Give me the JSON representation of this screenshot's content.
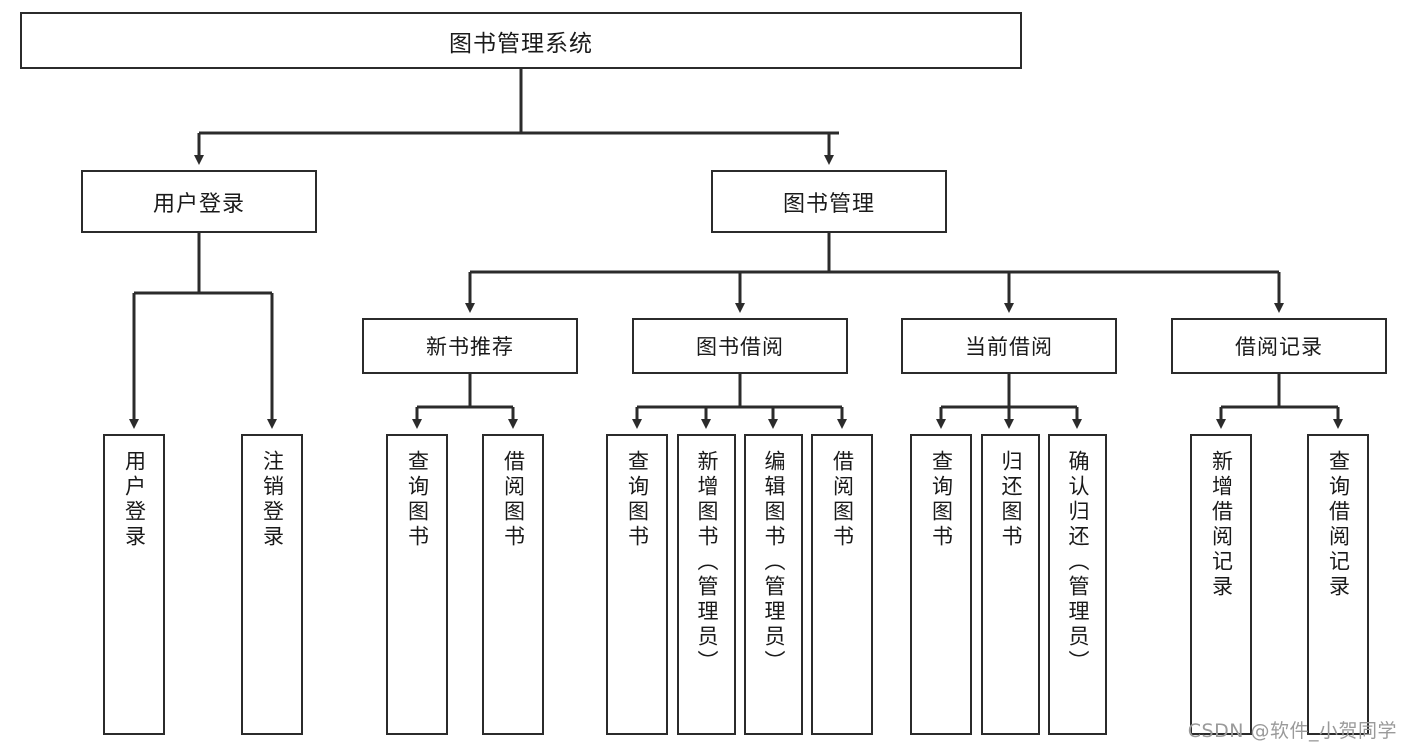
{
  "diagram": {
    "title": "图书管理系统",
    "type": "功能结构图",
    "watermark": "CSDN @软件_小贺同学",
    "style": {
      "line_color": "#2b2b2b",
      "box_fill": "#ffffff",
      "text_color": "#1a1a1a",
      "watermark_color": "#9a9a9a"
    },
    "nodes": {
      "root": {
        "label": "图书管理系统"
      },
      "level2": [
        {
          "id": "user-login",
          "label": "用户登录"
        },
        {
          "id": "book-manage",
          "label": "图书管理"
        }
      ],
      "level3": [
        {
          "id": "new-book-rec",
          "label": "新书推荐"
        },
        {
          "id": "book-borrow",
          "label": "图书借阅"
        },
        {
          "id": "current-borrow",
          "label": "当前借阅"
        },
        {
          "id": "borrow-record",
          "label": "借阅记录"
        }
      ],
      "leaves": [
        {
          "id": "leaf-user-login",
          "label": "用户登录",
          "parent": "user-login"
        },
        {
          "id": "leaf-logout-login",
          "label": "注销登录",
          "parent": "user-login"
        },
        {
          "id": "leaf-query-book-1",
          "label": "查询图书",
          "parent": "new-book-rec"
        },
        {
          "id": "leaf-borrow-book-1",
          "label": "借阅图书",
          "parent": "new-book-rec"
        },
        {
          "id": "leaf-query-book-2",
          "label": "查询图书",
          "parent": "book-borrow"
        },
        {
          "id": "leaf-add-book",
          "label": "新增图书（管理员）",
          "parent": "book-borrow"
        },
        {
          "id": "leaf-edit-book",
          "label": "编辑图书（管理员）",
          "parent": "book-borrow"
        },
        {
          "id": "leaf-borrow-book-2",
          "label": "借阅图书",
          "parent": "book-borrow"
        },
        {
          "id": "leaf-query-book-3",
          "label": "查询图书",
          "parent": "current-borrow"
        },
        {
          "id": "leaf-return-book",
          "label": "归还图书",
          "parent": "current-borrow"
        },
        {
          "id": "leaf-confirm-return",
          "label": "确认归还（管理员）",
          "parent": "current-borrow"
        },
        {
          "id": "leaf-add-record",
          "label": "新增借阅记录",
          "parent": "borrow-record"
        },
        {
          "id": "leaf-query-record",
          "label": "查询借阅记录",
          "parent": "borrow-record"
        }
      ]
    }
  }
}
